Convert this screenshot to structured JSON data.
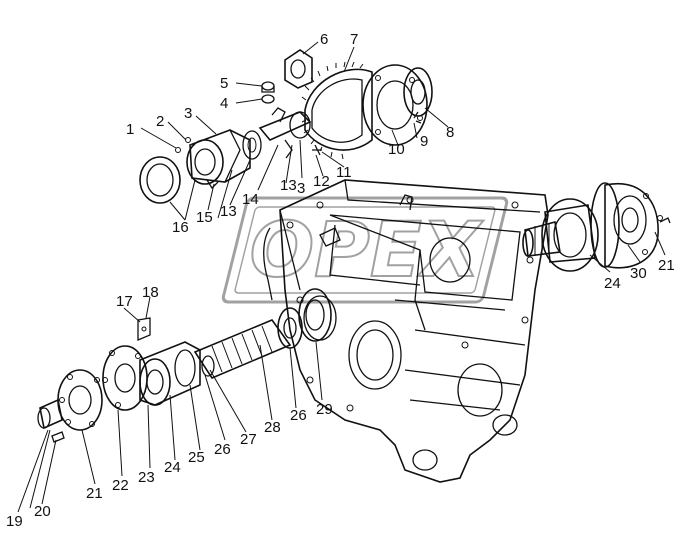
{
  "watermark": "OPEX",
  "callouts": [
    "1",
    "2",
    "3",
    "4",
    "5",
    "6",
    "7",
    "8",
    "9",
    "10",
    "11",
    "12",
    "13",
    "13",
    "14",
    "15",
    "16",
    "3",
    "17",
    "18",
    "19",
    "20",
    "21",
    "21",
    "22",
    "23",
    "24",
    "24",
    "25",
    "26",
    "26",
    "27",
    "28",
    "29",
    "30"
  ]
}
